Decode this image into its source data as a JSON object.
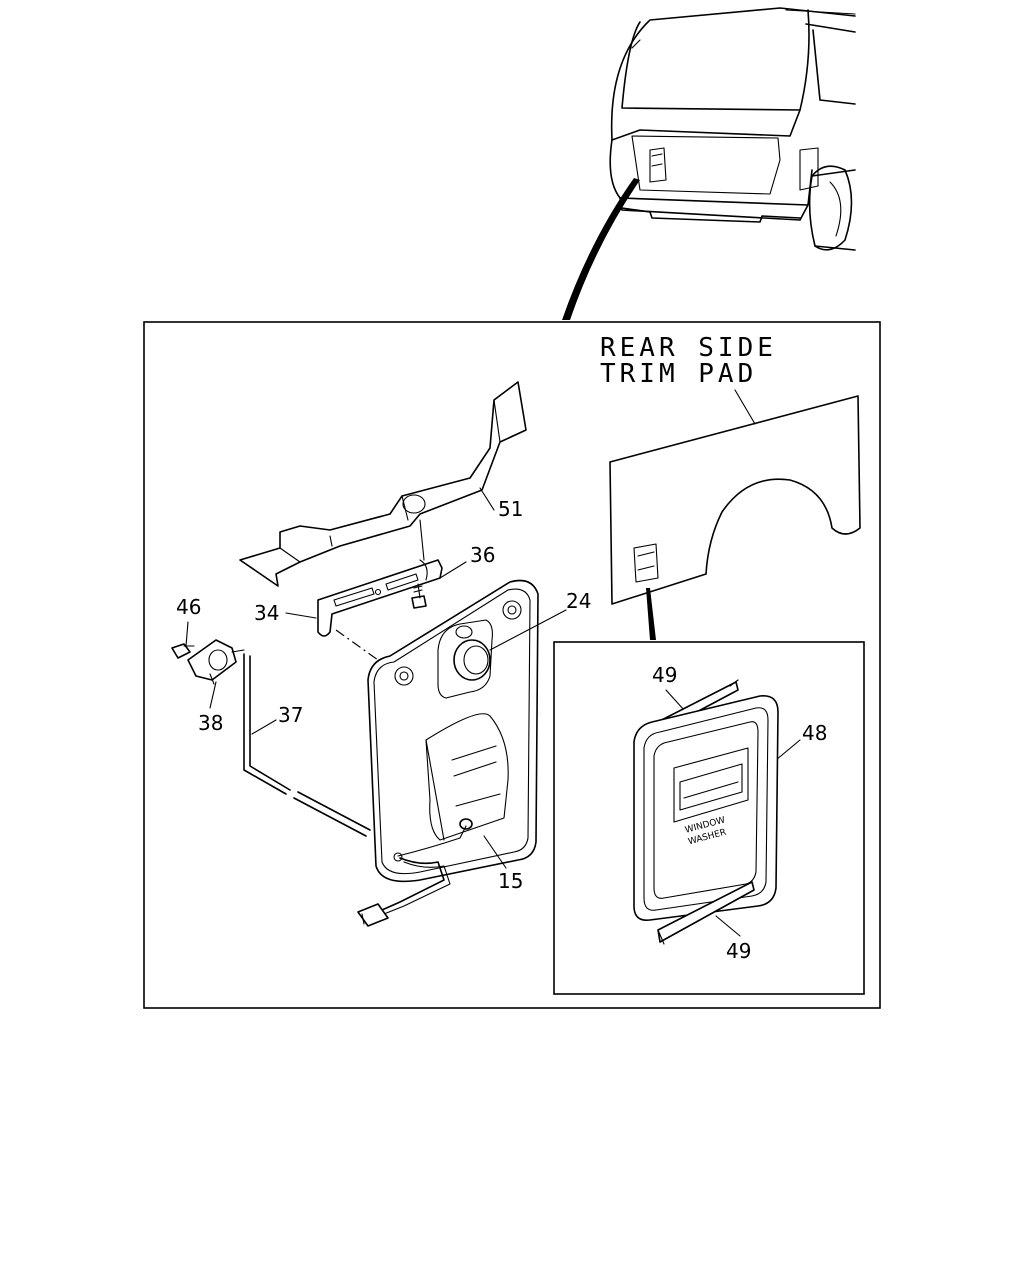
{
  "diagram": {
    "panel_title_line1": "REAR SIDE",
    "panel_title_line2": "TRIM PAD",
    "inset_text_line1": "WINDOW",
    "inset_text_line2": "WASHER",
    "callouts": {
      "c51": "51",
      "c36": "36",
      "c24": "24",
      "c34": "34",
      "c46": "46",
      "c38": "38",
      "c37": "37",
      "c15": "15",
      "c49_top": "49",
      "c48": "48",
      "c49_bottom": "49"
    }
  }
}
